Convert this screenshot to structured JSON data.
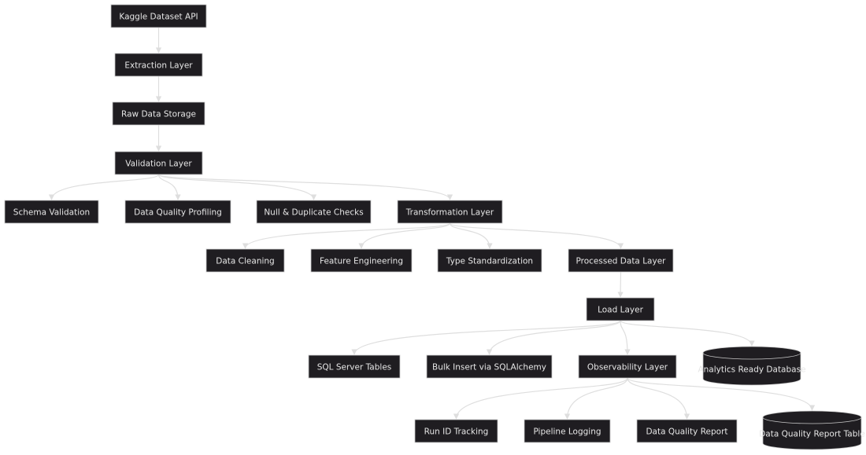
{
  "nodes": {
    "kaggle_api": "Kaggle Dataset API",
    "extraction": "Extraction Layer",
    "raw_storage": "Raw Data Storage",
    "validation": "Validation Layer",
    "schema_validation": "Schema Validation",
    "dq_profiling": "Data Quality Profiling",
    "null_dup_checks": "Null & Duplicate Checks",
    "transformation": "Transformation Layer",
    "data_cleaning": "Data Cleaning",
    "feature_engineering": "Feature Engineering",
    "type_standardization": "Type Standardization",
    "processed_data": "Processed Data Layer",
    "load": "Load Layer",
    "sql_server_tables": "SQL Server Tables",
    "bulk_insert": "Bulk Insert via SQLAlchemy",
    "observability": "Observability Layer",
    "analytics_db": "Analytics Ready Database",
    "run_id_tracking": "Run ID Tracking",
    "pipeline_logging": "Pipeline Logging",
    "dq_report": "Data Quality Report",
    "dq_report_table": "Data Quality Report Table"
  },
  "edges": [
    [
      "kaggle_api",
      "extraction"
    ],
    [
      "extraction",
      "raw_storage"
    ],
    [
      "raw_storage",
      "validation"
    ],
    [
      "validation",
      "schema_validation"
    ],
    [
      "validation",
      "dq_profiling"
    ],
    [
      "validation",
      "null_dup_checks"
    ],
    [
      "validation",
      "transformation"
    ],
    [
      "transformation",
      "data_cleaning"
    ],
    [
      "transformation",
      "feature_engineering"
    ],
    [
      "transformation",
      "type_standardization"
    ],
    [
      "transformation",
      "processed_data"
    ],
    [
      "processed_data",
      "load"
    ],
    [
      "load",
      "sql_server_tables"
    ],
    [
      "load",
      "bulk_insert"
    ],
    [
      "load",
      "observability"
    ],
    [
      "load",
      "analytics_db"
    ],
    [
      "observability",
      "run_id_tracking"
    ],
    [
      "observability",
      "pipeline_logging"
    ],
    [
      "observability",
      "dq_report"
    ],
    [
      "observability",
      "dq_report_table"
    ]
  ],
  "colors": {
    "node_fill": "#1f1d21",
    "node_text": "#e6e6e6",
    "edge": "#dedede",
    "background": "#ffffff"
  }
}
